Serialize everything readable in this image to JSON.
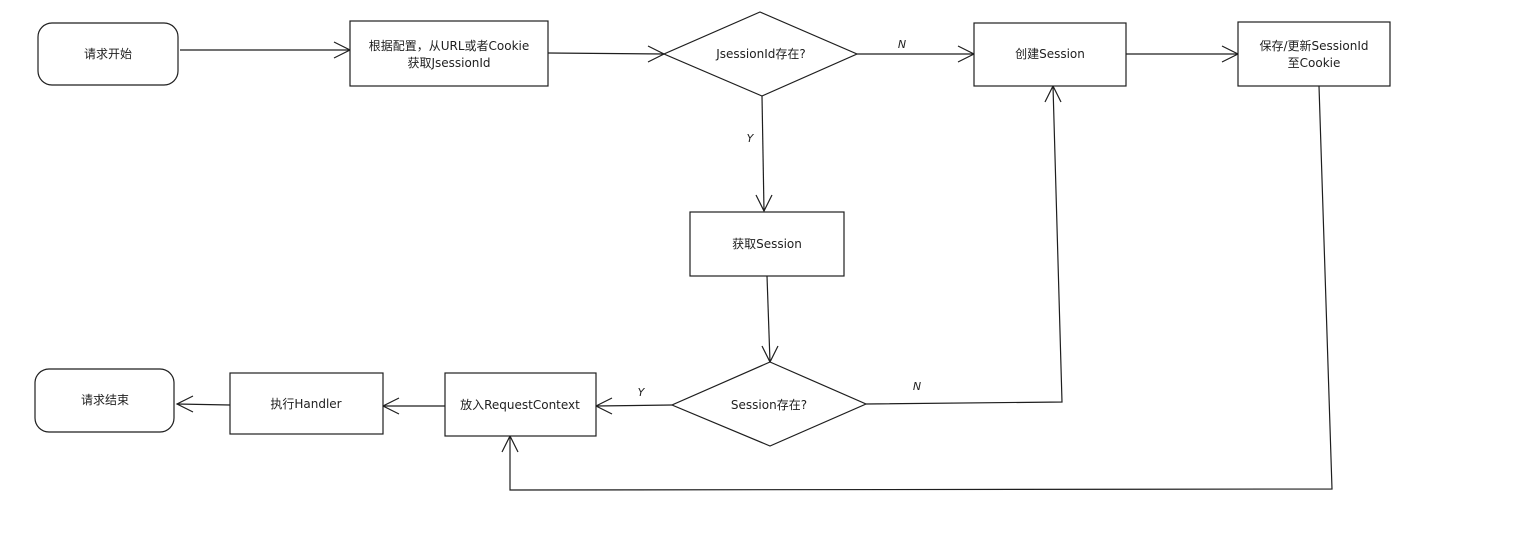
{
  "diagram": {
    "nodes": {
      "start": {
        "lines": [
          "请求开始"
        ]
      },
      "get_jsessionid": {
        "lines": [
          "根据配置，从URL或者Cookie",
          "获取JsessionId"
        ]
      },
      "jsessionid_exists": {
        "lines": [
          "JsessionId存在?"
        ]
      },
      "create_session": {
        "lines": [
          "创建Session"
        ]
      },
      "save_update": {
        "lines": [
          "保存/更新SessionId",
          "至Cookie"
        ]
      },
      "get_session": {
        "lines": [
          "获取Session"
        ]
      },
      "session_exists": {
        "lines": [
          "Session存在?"
        ]
      },
      "put_context": {
        "lines": [
          "放入RequestContext"
        ]
      },
      "exec_handler": {
        "lines": [
          "执行Handler"
        ]
      },
      "end": {
        "lines": [
          "请求结束"
        ]
      }
    },
    "edge_labels": {
      "jsessionid_no": "N",
      "jsessionid_yes": "Y",
      "session_yes": "Y",
      "session_no": "N"
    }
  }
}
